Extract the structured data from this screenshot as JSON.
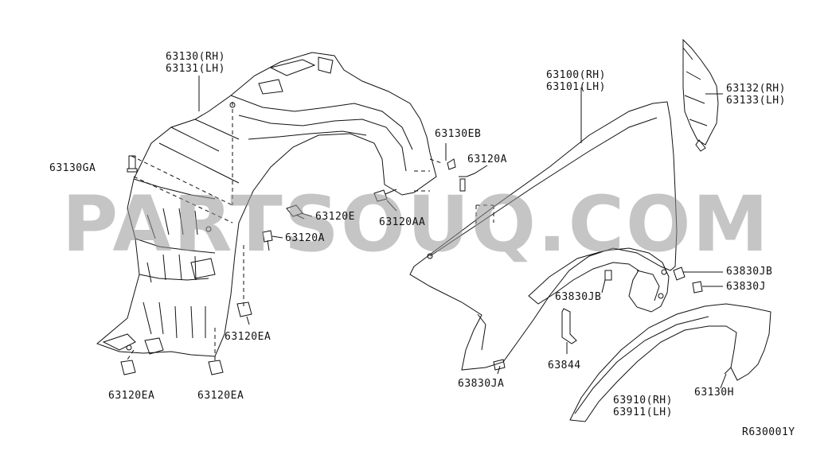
{
  "diagram_code": "R630001Y",
  "watermark": "PARTSOUQ.COM",
  "colors": {
    "line": "#111111",
    "watermark": "#9a9a9a",
    "background": "#ffffff"
  },
  "parts": [
    {
      "id": "p63130",
      "lines": [
        "63130(RH)",
        "63131(LH)"
      ]
    },
    {
      "id": "p63130GA",
      "lines": [
        "63130GA"
      ]
    },
    {
      "id": "p63130EB",
      "lines": [
        "63130EB"
      ]
    },
    {
      "id": "p63120A_top",
      "lines": [
        "63120A"
      ]
    },
    {
      "id": "p63120AA",
      "lines": [
        "63120AA"
      ]
    },
    {
      "id": "p63120E",
      "lines": [
        "63120E"
      ]
    },
    {
      "id": "p63120A_mid",
      "lines": [
        "63120A"
      ]
    },
    {
      "id": "p63120EA_mid",
      "lines": [
        "63120EA"
      ]
    },
    {
      "id": "p63120EA_left",
      "lines": [
        "63120EA"
      ]
    },
    {
      "id": "p63120EA_right",
      "lines": [
        "63120EA"
      ]
    },
    {
      "id": "p63100",
      "lines": [
        "63100(RH)",
        "63101(LH)"
      ]
    },
    {
      "id": "p63132",
      "lines": [
        "63132(RH)",
        "63133(LH)"
      ]
    },
    {
      "id": "p63830JB_right",
      "lines": [
        "63830JB"
      ]
    },
    {
      "id": "p63830J",
      "lines": [
        "63830J"
      ]
    },
    {
      "id": "p63830JB_mid",
      "lines": [
        "63830JB"
      ]
    },
    {
      "id": "p63844",
      "lines": [
        "63844"
      ]
    },
    {
      "id": "p63830JA",
      "lines": [
        "63830JA"
      ]
    },
    {
      "id": "p63910",
      "lines": [
        "63910(RH)",
        "63911(LH)"
      ]
    },
    {
      "id": "p63130H",
      "lines": [
        "63130H"
      ]
    }
  ]
}
